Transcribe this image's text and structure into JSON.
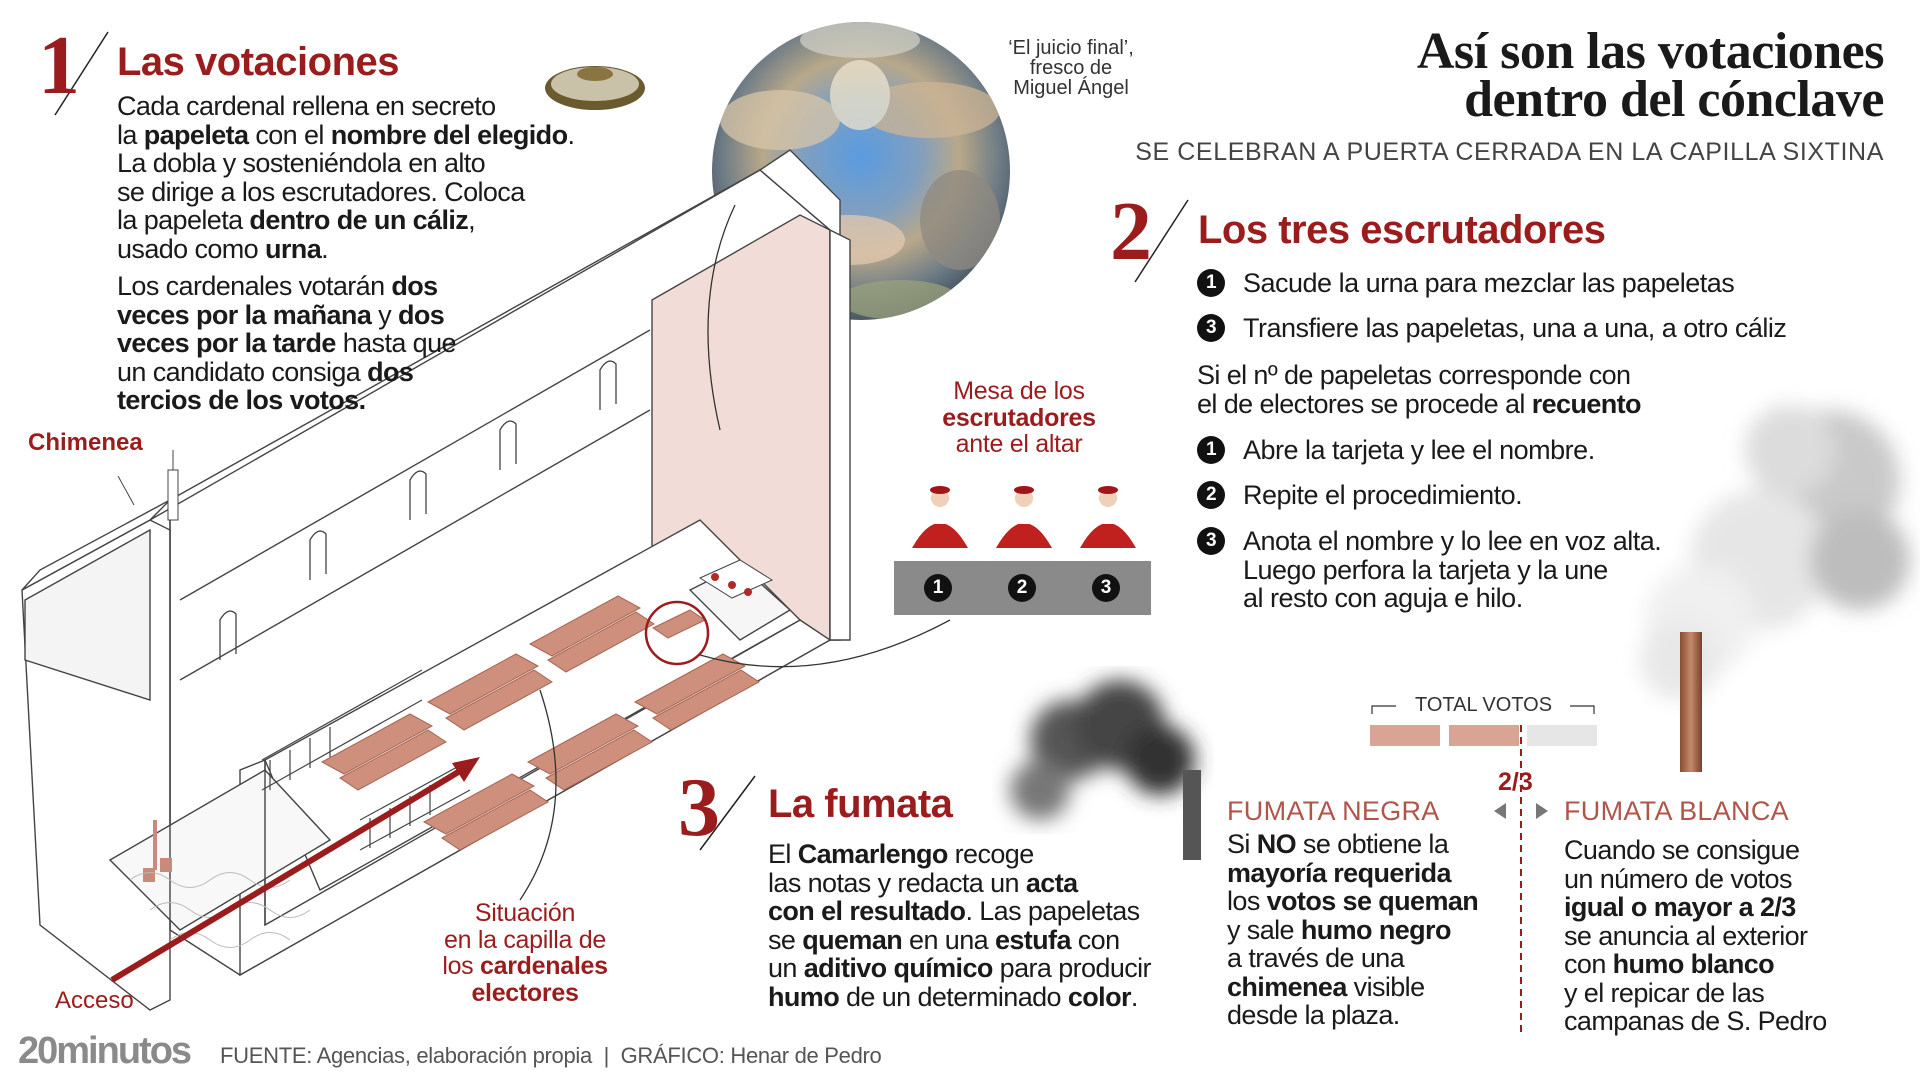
{
  "header": {
    "title_line1": "Así son las votaciones",
    "title_line2": "dentro del cónclave",
    "subtitle": "SE CELEBRAN A PUERTA CERRADA EN LA CAPILLA SIXTINA"
  },
  "section1": {
    "number": "1",
    "title": "Las votaciones",
    "p1": [
      [
        "Cada cardenal rellena en secreto"
      ],
      [
        "la ",
        "papeleta",
        " con el ",
        "nombre del elegido",
        "."
      ],
      [
        "La dobla y sosteniéndola en alto"
      ],
      [
        "se dirige a los escrutadores. Coloca"
      ],
      [
        "la papeleta ",
        "dentro de un cáliz",
        ","
      ],
      [
        "usado como ",
        "urna",
        "."
      ]
    ],
    "p2": [
      [
        "Los cardenales votarán ",
        "dos"
      ],
      [
        "",
        "veces por la mañana",
        " y ",
        "dos"
      ],
      [
        "",
        "veces por la tarde",
        " hasta que"
      ],
      [
        "un candidato consiga ",
        "dos"
      ],
      [
        "",
        "tercios de los votos."
      ]
    ]
  },
  "illustration": {
    "fresco_caption": [
      "‘El juicio final’,",
      "fresco de",
      "Miguel Ángel"
    ],
    "chimney_label": "Chimenea",
    "access_label": "Acceso",
    "table_label": [
      [
        "Mesa de los"
      ],
      [
        "",
        "escrutadores"
      ],
      [
        "ante el altar"
      ]
    ],
    "seating_label": [
      [
        "Situación"
      ],
      [
        "en la capilla de"
      ],
      [
        "los ",
        "cardenales"
      ],
      [
        "",
        "electores"
      ]
    ],
    "scrutineer_numbers": [
      "1",
      "2",
      "3"
    ]
  },
  "section2": {
    "number": "2",
    "title": "Los tres escrutadores",
    "steps_before": [
      {
        "num": "1",
        "text": "Sacude la urna para mezclar las papeletas"
      },
      {
        "num": "3",
        "text": "Transfiere las papeletas, una a una, a otro cáliz"
      }
    ],
    "intro": [
      [
        "Si el nº de papeletas corresponde con"
      ],
      [
        "el de electores se procede al ",
        "recuento"
      ]
    ],
    "steps_count": [
      {
        "num": "1",
        "lines": [
          "Abre la tarjeta y lee el nombre."
        ]
      },
      {
        "num": "2",
        "lines": [
          "Repite el procedimiento."
        ]
      },
      {
        "num": "3",
        "lines": [
          "Anota el nombre y lo lee en voz alta.",
          "Luego perfora la tarjeta y la une",
          "al resto con aguja e hilo."
        ]
      }
    ]
  },
  "section3": {
    "number": "3",
    "title": "La fumata",
    "text": [
      [
        "El ",
        "Camarlengo",
        " recoge"
      ],
      [
        "las notas y redacta un ",
        "acta"
      ],
      [
        "",
        "con el resultado",
        ". Las papeletas"
      ],
      [
        "se ",
        "queman",
        " en una ",
        "estufa",
        " con"
      ],
      [
        "un ",
        "aditivo químico",
        " para producir"
      ],
      [
        "",
        "humo",
        " de un determinado ",
        "color",
        "."
      ]
    ]
  },
  "votes": {
    "total_label": "TOTAL VOTOS",
    "threshold_label": "2/3",
    "threshold_fraction": 0.6667,
    "colors": {
      "filled": "#d9a494",
      "empty": "#e6e6e6",
      "accent": "#9b1c1c"
    }
  },
  "fumata_negra": {
    "title": "FUMATA NEGRA",
    "text": [
      [
        "Si ",
        "NO",
        " se obtiene la"
      ],
      [
        "",
        "mayoría requerida"
      ],
      [
        "los ",
        "votos se queman"
      ],
      [
        "y sale ",
        "humo negro"
      ],
      [
        "a través de una"
      ],
      [
        "",
        "chimenea",
        " visible"
      ],
      [
        "desde la plaza."
      ]
    ]
  },
  "fumata_blanca": {
    "title": "FUMATA BLANCA",
    "text": [
      [
        "Cuando se consigue"
      ],
      [
        "un número de votos"
      ],
      [
        "",
        "igual o mayor a 2/3"
      ],
      [
        "se anuncia al exterior"
      ],
      [
        "con ",
        "humo blanco"
      ],
      [
        "y el repicar de las"
      ],
      [
        "campanas de S. Pedro"
      ]
    ]
  },
  "footer": {
    "logo": "20minutos",
    "source": "FUENTE: Agencias, elaboración propia  |  GRÁFICO: Henar de Pedro"
  }
}
